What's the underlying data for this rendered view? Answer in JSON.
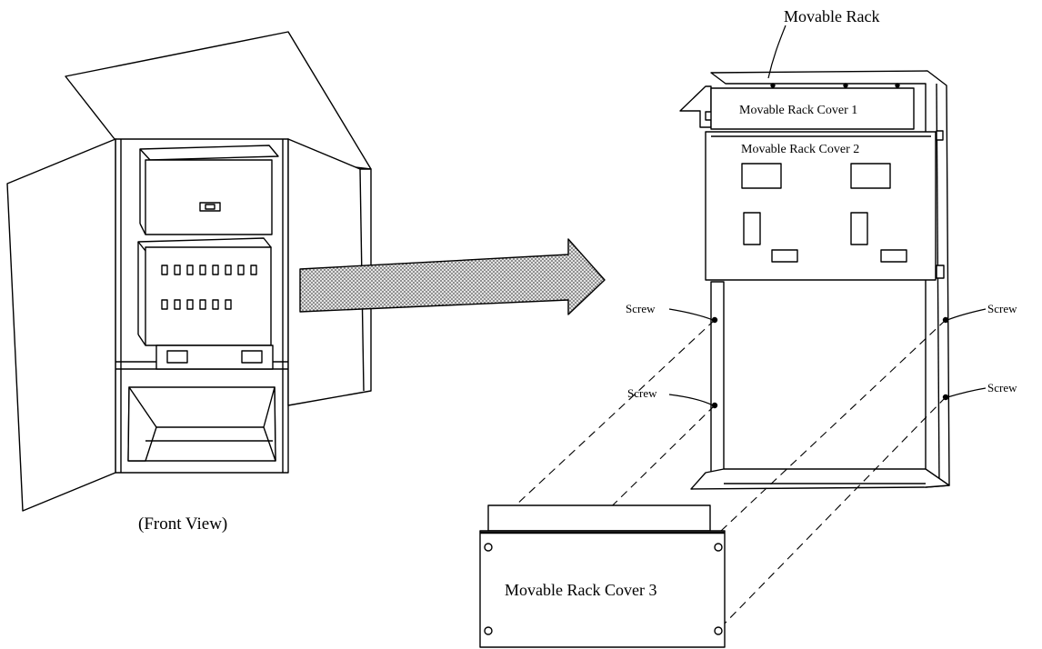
{
  "diagram": {
    "labels": {
      "front_view": "(Front View)",
      "movable_rack": "Movable Rack",
      "cover_1": "Movable Rack Cover 1",
      "cover_2": "Movable Rack Cover 2",
      "cover_3": "Movable Rack Cover 3",
      "screw": "Screw"
    },
    "colors": {
      "stroke": "#000000",
      "arrow_fill": "#b9b9b9",
      "background": "#ffffff"
    }
  }
}
